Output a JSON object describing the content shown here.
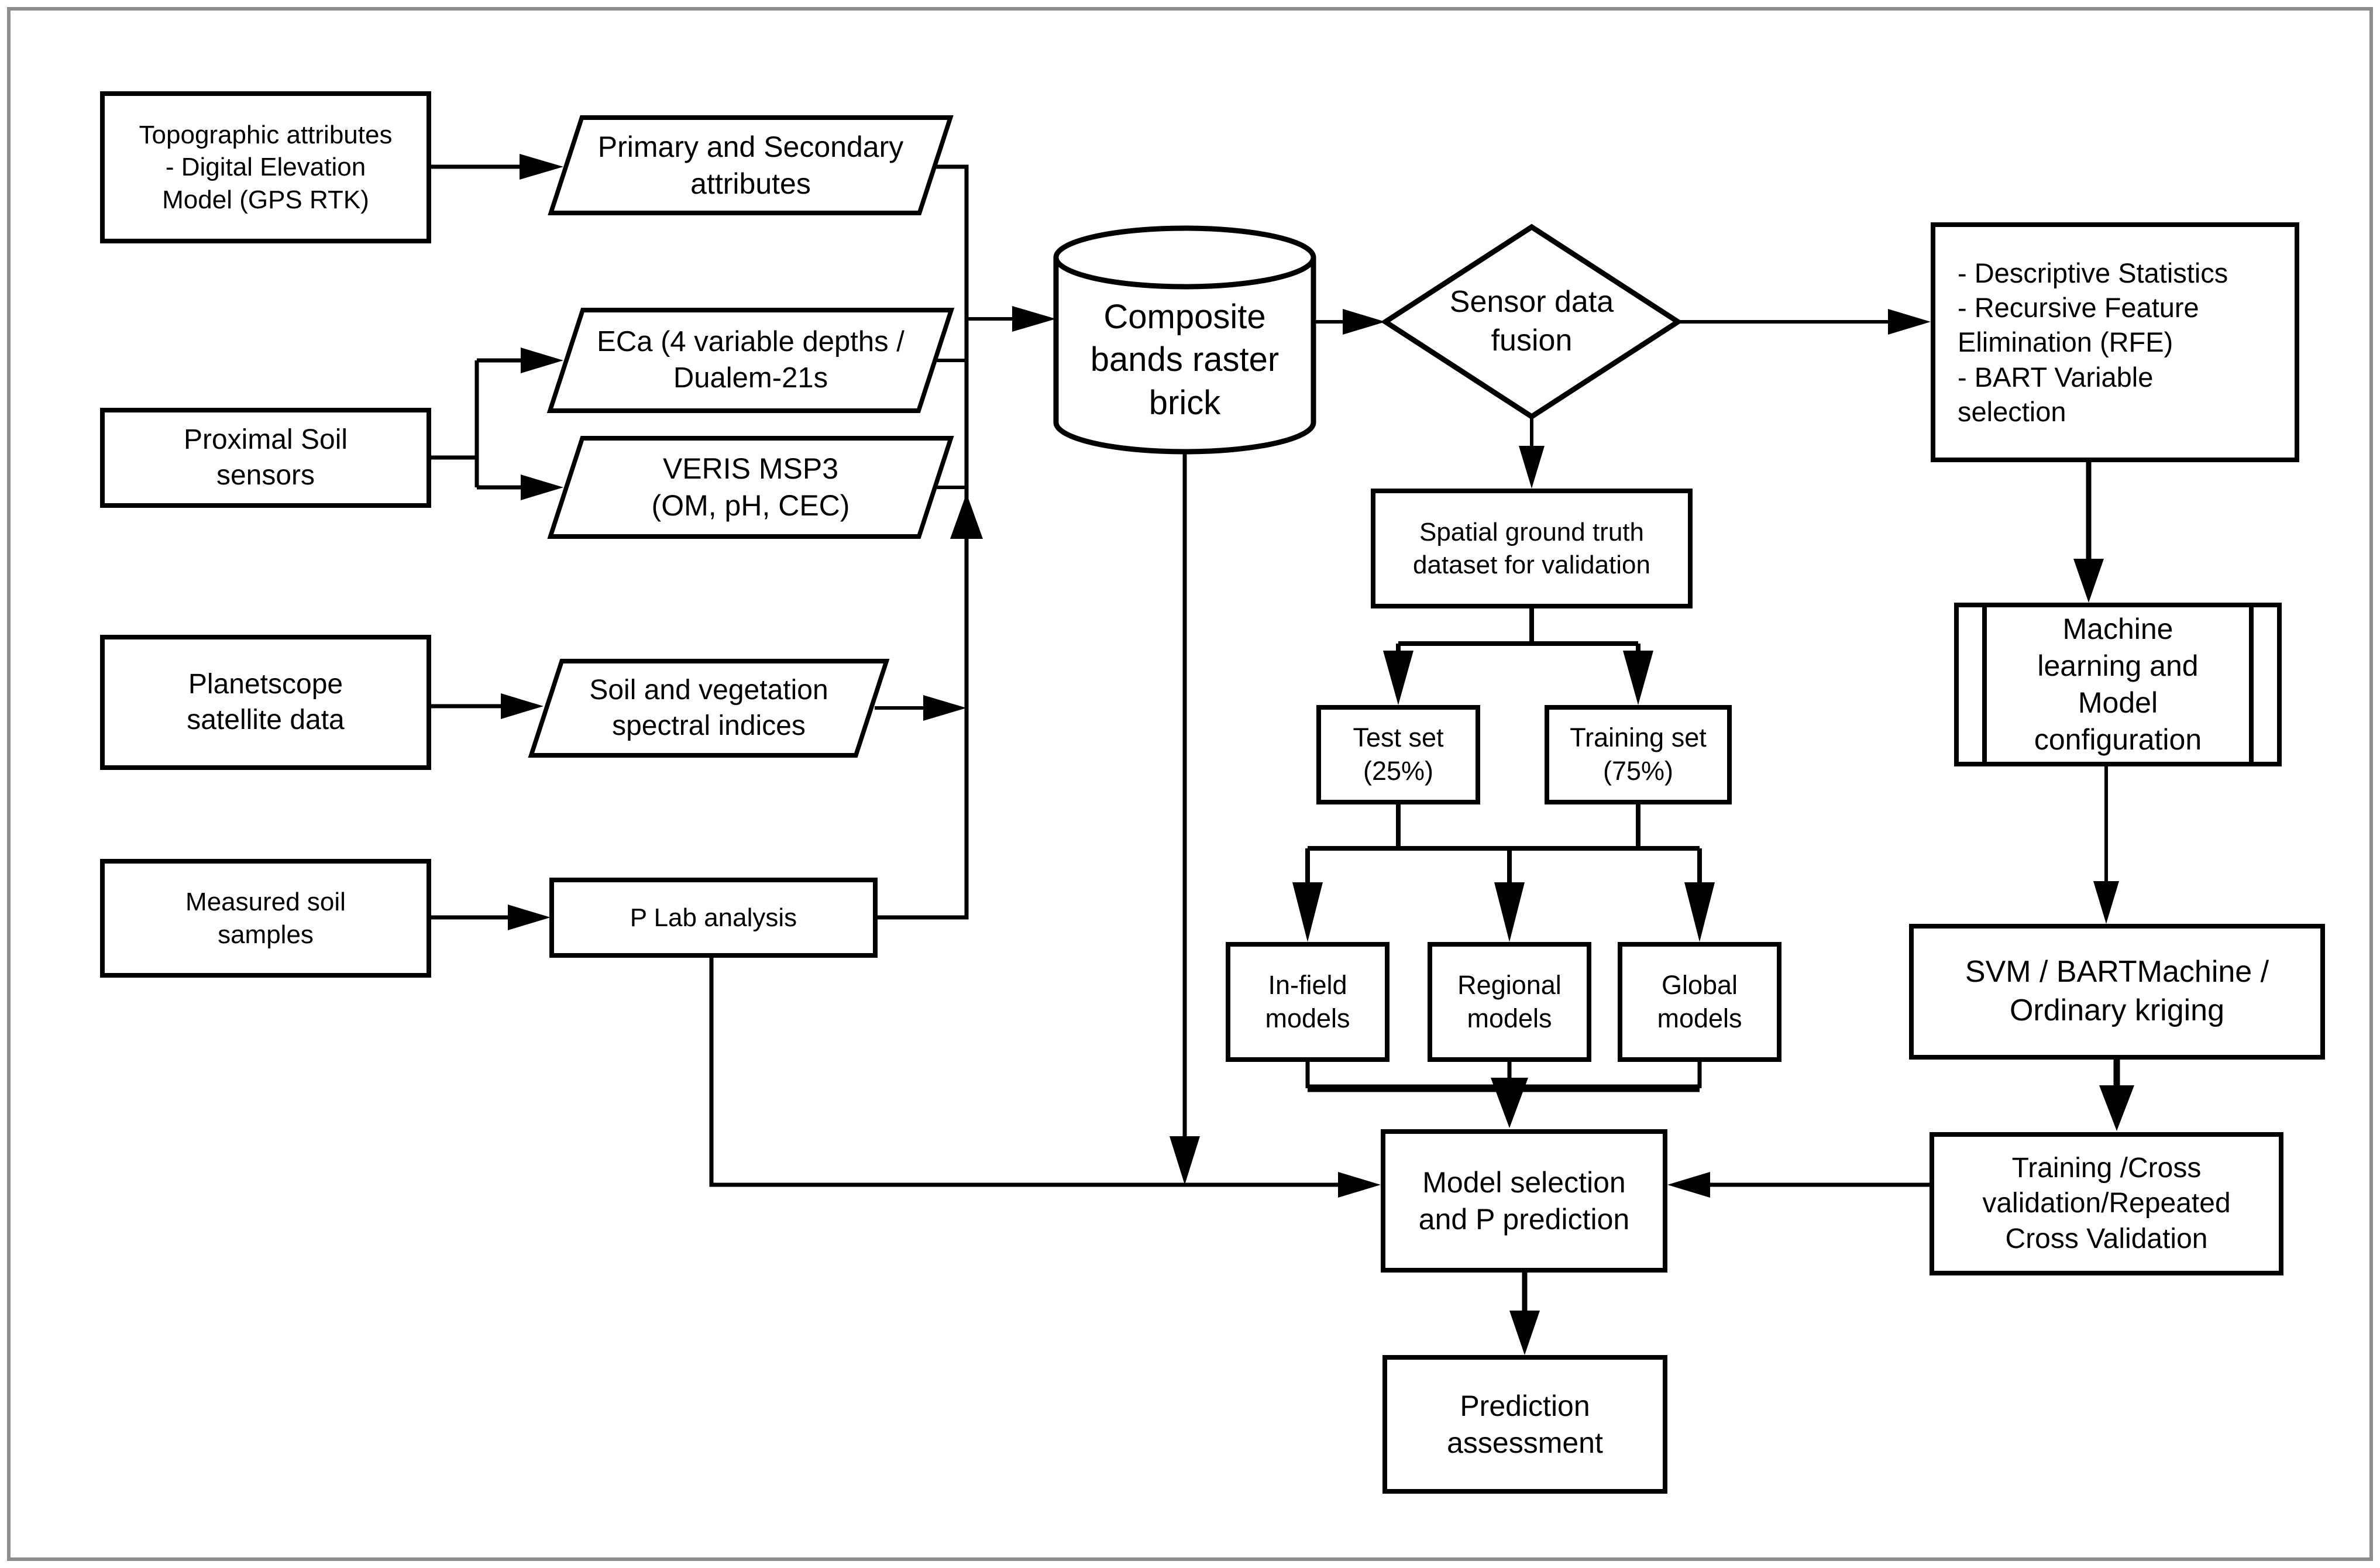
{
  "diagram_title": "Soil P prediction workflow flowchart",
  "colors": {
    "line": "#000000",
    "node_fill": "#ffffff",
    "frame_border": "#8d8d8d"
  },
  "nodes": {
    "topographic": {
      "label": "Topographic attributes\n- Digital Elevation\nModel (GPS RTK)"
    },
    "primary_secondary": {
      "label": "Primary and Secondary\nattributes"
    },
    "proximal": {
      "label": "Proximal Soil\nsensors"
    },
    "eca": {
      "label": "ECa (4 variable depths /\nDualem-21s"
    },
    "veris": {
      "label": "VERIS MSP3\n(OM, pH, CEC)"
    },
    "planetscope": {
      "label": "Planetscope\nsatellite data"
    },
    "soil_veg": {
      "label": "Soil and vegetation\nspectral indices"
    },
    "measured": {
      "label": "Measured soil\nsamples"
    },
    "plab": {
      "label": "P Lab analysis"
    },
    "composite_brick": {
      "label": "Composite\nbands raster\nbrick"
    },
    "sensor_fusion": {
      "label": "Sensor data\nfusion"
    },
    "feature_selection": {
      "label": "- Descriptive Statistics\n- Recursive Feature\nElimination (RFE)\n- BART Variable\nselection"
    },
    "spatial_truth": {
      "label": "Spatial ground truth\ndataset for validation"
    },
    "test_set": {
      "label": "Test set\n(25%)"
    },
    "training_set": {
      "label": "Training set\n(75%)"
    },
    "infield_models": {
      "label": "In-field\nmodels"
    },
    "regional_models": {
      "label": "Regional\nmodels"
    },
    "global_models": {
      "label": "Global\nmodels"
    },
    "ml_config": {
      "label": "Machine\nlearning and\nModel\nconfiguration"
    },
    "svm": {
      "label": "SVM / BARTMachine /\nOrdinary kriging"
    },
    "cross_validation": {
      "label": "Training /Cross\nvalidation/Repeated\nCross Validation"
    },
    "model_selection": {
      "label": "Model selection\nand P prediction"
    },
    "prediction": {
      "label": "Prediction\nassessment"
    }
  }
}
